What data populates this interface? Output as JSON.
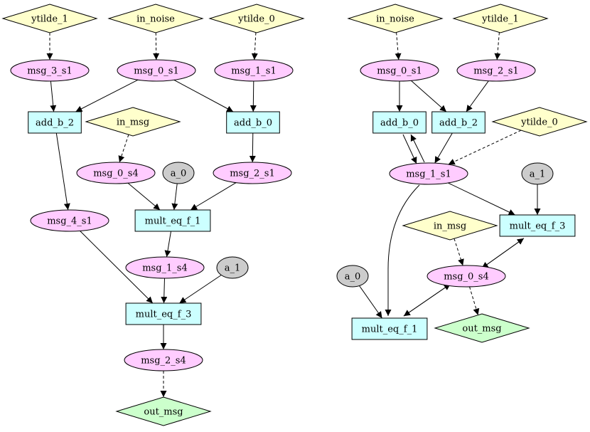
{
  "colors": {
    "variable": "#ffccff",
    "factor": "#ccffff",
    "input": "#ffffcc",
    "output": "#ccffcc",
    "constant": "#cccccc"
  },
  "graphs": [
    {
      "id": "left",
      "nodes": [
        {
          "id": "ytilde_1",
          "label": "ytilde_1",
          "kind": "input"
        },
        {
          "id": "in_noise",
          "label": "in_noise",
          "kind": "input"
        },
        {
          "id": "ytilde_0",
          "label": "ytilde_0",
          "kind": "input"
        },
        {
          "id": "msg_3_s1",
          "label": "msg_3_s1",
          "kind": "variable"
        },
        {
          "id": "msg_0_s1",
          "label": "msg_0_s1",
          "kind": "variable"
        },
        {
          "id": "msg_1_s1",
          "label": "msg_1_s1",
          "kind": "variable"
        },
        {
          "id": "add_b_2",
          "label": "add_b_2",
          "kind": "factor"
        },
        {
          "id": "in_msg",
          "label": "in_msg",
          "kind": "input"
        },
        {
          "id": "add_b_0",
          "label": "add_b_0",
          "kind": "factor"
        },
        {
          "id": "msg_0_s4",
          "label": "msg_0_s4",
          "kind": "variable"
        },
        {
          "id": "a_0",
          "label": "a_0",
          "kind": "constant"
        },
        {
          "id": "msg_2_s1",
          "label": "msg_2_s1",
          "kind": "variable"
        },
        {
          "id": "msg_4_s1",
          "label": "msg_4_s1",
          "kind": "variable"
        },
        {
          "id": "mult_eq_f_1",
          "label": "mult_eq_f_1",
          "kind": "factor"
        },
        {
          "id": "msg_1_s4",
          "label": "msg_1_s4",
          "kind": "variable"
        },
        {
          "id": "a_1",
          "label": "a_1",
          "kind": "constant"
        },
        {
          "id": "mult_eq_f_3",
          "label": "mult_eq_f_3",
          "kind": "factor"
        },
        {
          "id": "msg_2_s4",
          "label": "msg_2_s4",
          "kind": "variable"
        },
        {
          "id": "out_msg",
          "label": "out_msg",
          "kind": "output"
        }
      ],
      "edges": [
        {
          "from": "ytilde_1",
          "to": "msg_3_s1",
          "style": "dashed"
        },
        {
          "from": "in_noise",
          "to": "msg_0_s1",
          "style": "dashed"
        },
        {
          "from": "ytilde_0",
          "to": "msg_1_s1",
          "style": "dashed"
        },
        {
          "from": "msg_3_s1",
          "to": "add_b_2",
          "style": "solid"
        },
        {
          "from": "msg_0_s1",
          "to": "add_b_2",
          "style": "solid"
        },
        {
          "from": "msg_0_s1",
          "to": "add_b_0",
          "style": "solid"
        },
        {
          "from": "msg_1_s1",
          "to": "add_b_0",
          "style": "solid"
        },
        {
          "from": "in_msg",
          "to": "msg_0_s4",
          "style": "dashed"
        },
        {
          "from": "add_b_0",
          "to": "msg_2_s1",
          "style": "solid"
        },
        {
          "from": "add_b_2",
          "to": "msg_4_s1",
          "style": "solid"
        },
        {
          "from": "msg_0_s4",
          "to": "mult_eq_f_1",
          "style": "solid"
        },
        {
          "from": "a_0",
          "to": "mult_eq_f_1",
          "style": "solid"
        },
        {
          "from": "msg_2_s1",
          "to": "mult_eq_f_1",
          "style": "solid"
        },
        {
          "from": "mult_eq_f_1",
          "to": "msg_1_s4",
          "style": "solid"
        },
        {
          "from": "msg_4_s1",
          "to": "mult_eq_f_3",
          "style": "solid"
        },
        {
          "from": "msg_1_s4",
          "to": "mult_eq_f_3",
          "style": "solid"
        },
        {
          "from": "a_1",
          "to": "mult_eq_f_3",
          "style": "solid"
        },
        {
          "from": "mult_eq_f_3",
          "to": "msg_2_s4",
          "style": "solid"
        },
        {
          "from": "msg_2_s4",
          "to": "out_msg",
          "style": "dashed"
        }
      ]
    },
    {
      "id": "right",
      "nodes": [
        {
          "id": "in_noise",
          "label": "in_noise",
          "kind": "input"
        },
        {
          "id": "ytilde_1",
          "label": "ytilde_1",
          "kind": "input"
        },
        {
          "id": "msg_0_s1",
          "label": "msg_0_s1",
          "kind": "variable"
        },
        {
          "id": "msg_2_s1",
          "label": "msg_2_s1",
          "kind": "variable"
        },
        {
          "id": "add_b_0",
          "label": "add_b_0",
          "kind": "factor"
        },
        {
          "id": "add_b_2",
          "label": "add_b_2",
          "kind": "factor"
        },
        {
          "id": "ytilde_0",
          "label": "ytilde_0",
          "kind": "input"
        },
        {
          "id": "msg_1_s1",
          "label": "msg_1_s1",
          "kind": "variable"
        },
        {
          "id": "a_1",
          "label": "a_1",
          "kind": "constant"
        },
        {
          "id": "in_msg",
          "label": "in_msg",
          "kind": "input"
        },
        {
          "id": "mult_eq_f_3",
          "label": "mult_eq_f_3",
          "kind": "factor"
        },
        {
          "id": "a_0",
          "label": "a_0",
          "kind": "constant"
        },
        {
          "id": "msg_0_s4",
          "label": "msg_0_s4",
          "kind": "variable"
        },
        {
          "id": "mult_eq_f_1",
          "label": "mult_eq_f_1",
          "kind": "factor"
        },
        {
          "id": "out_msg",
          "label": "out_msg",
          "kind": "output"
        }
      ],
      "edges": [
        {
          "from": "in_noise",
          "to": "msg_0_s1",
          "style": "dashed"
        },
        {
          "from": "ytilde_1",
          "to": "msg_2_s1",
          "style": "dashed"
        },
        {
          "from": "msg_0_s1",
          "to": "add_b_0",
          "style": "solid"
        },
        {
          "from": "msg_0_s1",
          "to": "add_b_2",
          "style": "solid"
        },
        {
          "from": "msg_2_s1",
          "to": "add_b_2",
          "style": "solid"
        },
        {
          "from": "ytilde_0",
          "to": "msg_1_s1",
          "style": "dashed"
        },
        {
          "from": "add_b_0",
          "to": "msg_1_s1",
          "style": "solid"
        },
        {
          "from": "msg_1_s1",
          "to": "add_b_0",
          "style": "solid"
        },
        {
          "from": "add_b_2",
          "to": "msg_1_s1",
          "style": "solid"
        },
        {
          "from": "msg_1_s1",
          "to": "mult_eq_f_3",
          "style": "solid"
        },
        {
          "from": "msg_1_s1",
          "to": "mult_eq_f_1",
          "style": "solid"
        },
        {
          "from": "a_1",
          "to": "mult_eq_f_3",
          "style": "solid"
        },
        {
          "from": "in_msg",
          "to": "msg_0_s4",
          "style": "dashed"
        },
        {
          "from": "mult_eq_f_3",
          "to": "msg_0_s4",
          "style": "solid"
        },
        {
          "from": "msg_0_s4",
          "to": "mult_eq_f_3",
          "style": "solid"
        },
        {
          "from": "a_0",
          "to": "mult_eq_f_1",
          "style": "solid"
        },
        {
          "from": "mult_eq_f_1",
          "to": "msg_0_s4",
          "style": "solid"
        },
        {
          "from": "msg_0_s4",
          "to": "mult_eq_f_1",
          "style": "solid"
        },
        {
          "from": "msg_0_s4",
          "to": "out_msg",
          "style": "dashed"
        }
      ]
    }
  ]
}
